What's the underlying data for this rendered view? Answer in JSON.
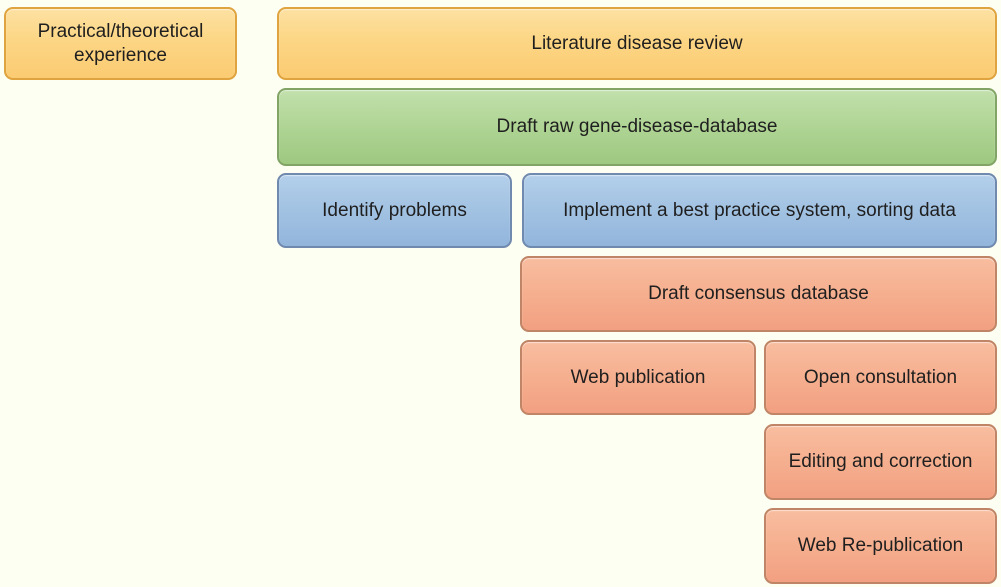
{
  "diagram": {
    "type": "process-flow-diagram",
    "background_color": "#FDFFF2",
    "text_color": "#1F1F1F",
    "palette": {
      "orange": {
        "fill_top": "#FDE1A2",
        "fill_bottom": "#FBCB72",
        "border": "#DFA33F"
      },
      "green": {
        "fill_top": "#C2E0AC",
        "fill_bottom": "#9EC981",
        "border": "#82A567"
      },
      "blue": {
        "fill_top": "#B3CFEA",
        "fill_bottom": "#92B5DC",
        "border": "#7089AE"
      },
      "salmon": {
        "fill_top": "#F8BD9F",
        "fill_bottom": "#F2A081",
        "border": "#C08566"
      }
    },
    "boxes": [
      {
        "id": "practical-theoretical-experience",
        "label": "Practical/theoretical experience",
        "color": "orange",
        "row": 1
      },
      {
        "id": "literature-disease-review",
        "label": "Literature disease review",
        "color": "orange",
        "row": 1
      },
      {
        "id": "draft-raw-gene-disease-database",
        "label": "Draft raw gene-disease-database",
        "color": "green",
        "row": 2
      },
      {
        "id": "identify-problems",
        "label": "Identify problems",
        "color": "blue",
        "row": 3
      },
      {
        "id": "implement-best-practice-system",
        "label": "Implement a best practice system, sorting data",
        "color": "blue",
        "row": 3
      },
      {
        "id": "draft-consensus-database",
        "label": "Draft consensus database",
        "color": "salmon",
        "row": 4
      },
      {
        "id": "web-publication",
        "label": "Web publication",
        "color": "salmon",
        "row": 5
      },
      {
        "id": "open-consultation",
        "label": "Open consultation",
        "color": "salmon",
        "row": 5
      },
      {
        "id": "editing-and-correction",
        "label": "Editing and correction",
        "color": "salmon",
        "row": 6
      },
      {
        "id": "web-re-publication",
        "label": "Web Re-publication",
        "color": "salmon",
        "row": 7
      }
    ]
  }
}
